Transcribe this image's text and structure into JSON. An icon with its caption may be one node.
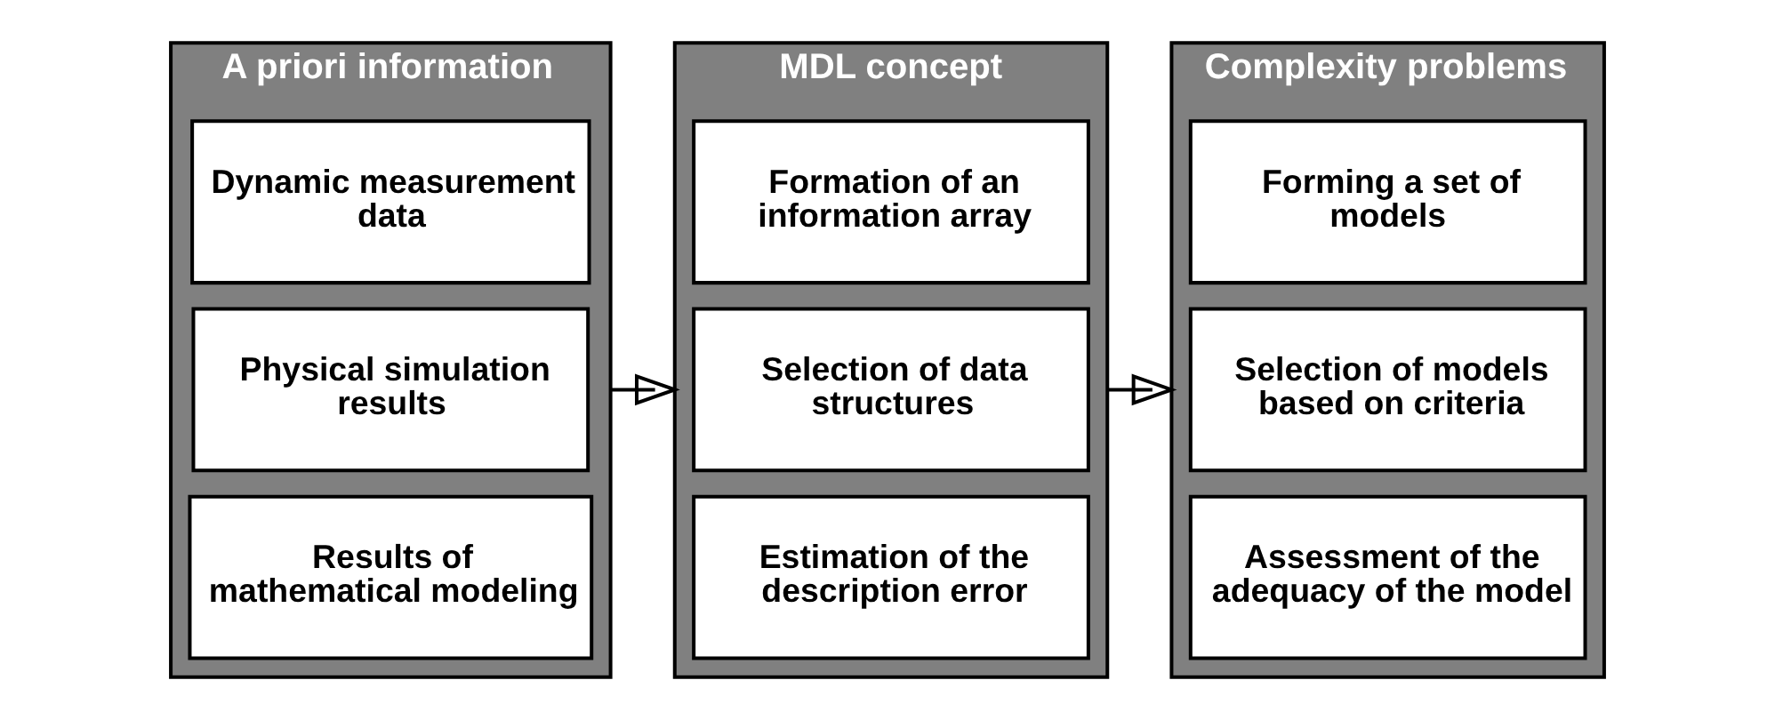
{
  "diagram": {
    "nodes": [
      {
        "text": [
          "A priori information"
        ]
      },
      {
        "text": [
          "Dynamic measurement data"
        ],
        "in": 0
      },
      {
        "text": [
          "Physical simulation results"
        ],
        "in": 0
      },
      {
        "text": [
          "Results of mathematical modeling"
        ],
        "in": 0
      },
      {
        "text": [
          "MDL concept"
        ]
      },
      {
        "text": [
          "Formation of an information array"
        ],
        "in": 4
      },
      {
        "text": [
          "Selection of data structures"
        ],
        "in": 4
      },
      {
        "text": [
          "Estimation of the description error"
        ],
        "in": 4
      },
      {
        "text": [
          "Complexity problems"
        ]
      },
      {
        "text": [
          "Forming a set of models"
        ],
        "in": 8
      },
      {
        "text": [
          "Selection of models based on criteria"
        ],
        "in": 8
      },
      {
        "text": [
          "Assessment of the adequacy of the model"
        ],
        "in": 8
      }
    ],
    "edges": [
      {
        "from": 0,
        "to": 4,
        "arrow": "to"
      },
      {
        "from": 4,
        "to": 8,
        "arrow": "to"
      }
    ]
  }
}
